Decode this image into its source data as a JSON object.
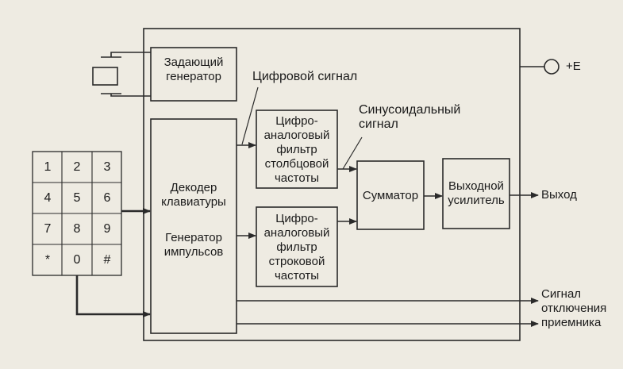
{
  "blocks": {
    "master_oscillator": [
      "Задающий",
      "генератор"
    ],
    "keyboard_decoder": [
      "Декодер",
      "клавиатуры"
    ],
    "pulse_generator": [
      "Генератор",
      "импульсов"
    ],
    "column_filter": [
      "Цифро-",
      "аналоговый",
      "фильтр",
      "столбцовой",
      "частоты"
    ],
    "row_filter": [
      "Цифро-",
      "аналоговый",
      "фильтр",
      "строковой",
      "частоты"
    ],
    "adder": "Сумматор",
    "output_amplifier": [
      "Выходной",
      "усилитель"
    ]
  },
  "labels": {
    "digital_signal": "Цифровой сигнал",
    "sine_signal": [
      "Синусоидальный",
      "сигнал"
    ],
    "power": "+E",
    "output": "Выход",
    "receiver_off": [
      "Сигнал",
      "отключения",
      "приемника"
    ]
  },
  "keypad": {
    "keys": [
      "1",
      "2",
      "3",
      "4",
      "5",
      "6",
      "7",
      "8",
      "9",
      "*",
      "0",
      "#"
    ]
  },
  "colors": {
    "line": "#2a2a2a",
    "background": "#eeebe2"
  }
}
